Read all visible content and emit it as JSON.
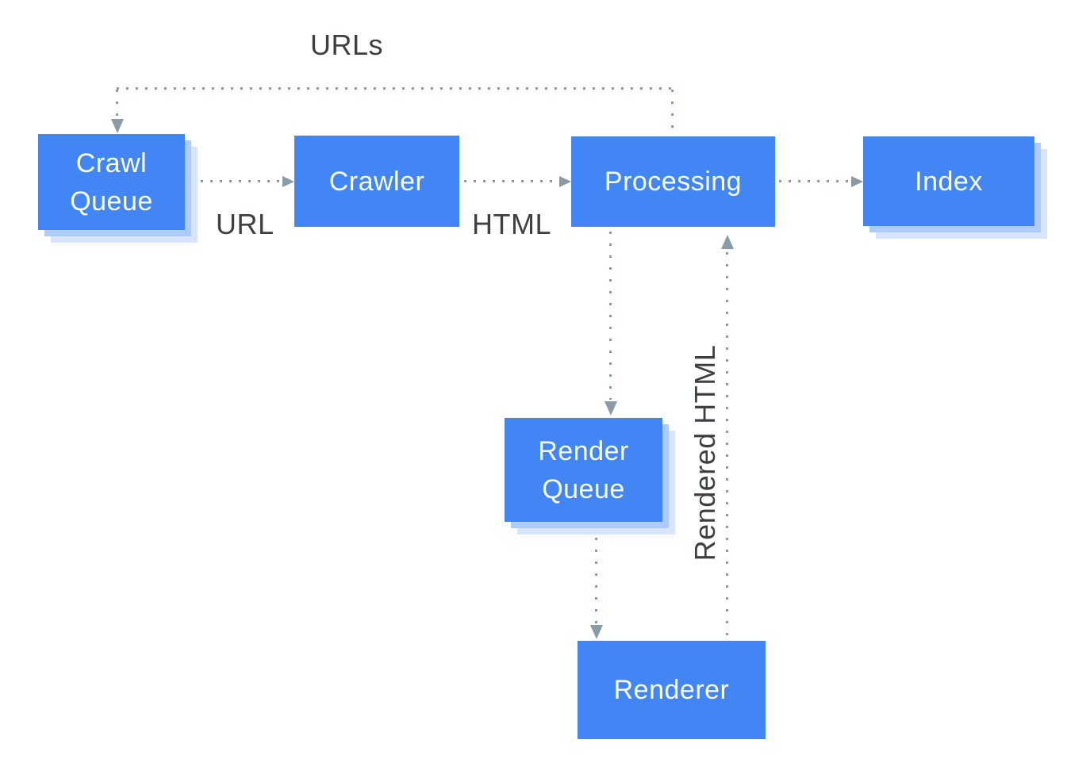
{
  "title": "Googlebot crawl, render and index pipeline diagram",
  "colors": {
    "box_fill": "#4285F4",
    "box_text": "#FFFFFF",
    "shadow_inner": "#AECBFA",
    "shadow_outer": "#D8E5FC",
    "connector": "#8A9BA8",
    "label_text": "#3C4043",
    "bg": "#FFFFFF"
  },
  "nodes": [
    {
      "id": "crawl-queue",
      "label": "Crawl Queue",
      "lines": [
        "Crawl",
        "Queue"
      ],
      "stacked": true
    },
    {
      "id": "crawler",
      "label": "Crawler",
      "lines": [
        "Crawler"
      ],
      "stacked": false
    },
    {
      "id": "processing",
      "label": "Processing",
      "lines": [
        "Processing"
      ],
      "stacked": false
    },
    {
      "id": "index",
      "label": "Index",
      "lines": [
        "Index"
      ],
      "stacked": true
    },
    {
      "id": "render-queue",
      "label": "Render Queue",
      "lines": [
        "Render",
        "Queue"
      ],
      "stacked": true
    },
    {
      "id": "renderer",
      "label": "Renderer",
      "lines": [
        "Renderer"
      ],
      "stacked": false
    }
  ],
  "edge_labels": {
    "urls": "URLs",
    "url": "URL",
    "html": "HTML",
    "rendered_html": "Rendered HTML"
  },
  "edges": [
    {
      "from": "crawl-queue",
      "to": "crawler",
      "label": "URL",
      "style": "dotted"
    },
    {
      "from": "crawler",
      "to": "processing",
      "label": "HTML",
      "style": "dotted"
    },
    {
      "from": "processing",
      "to": "index",
      "label": "",
      "style": "dotted"
    },
    {
      "from": "processing",
      "to": "render-queue",
      "label": "",
      "style": "dotted"
    },
    {
      "from": "render-queue",
      "to": "renderer",
      "label": "",
      "style": "dotted"
    },
    {
      "from": "renderer",
      "to": "processing",
      "label": "Rendered HTML",
      "style": "dotted"
    },
    {
      "from": "processing",
      "to": "crawl-queue",
      "label": "URLs",
      "style": "dotted"
    }
  ]
}
